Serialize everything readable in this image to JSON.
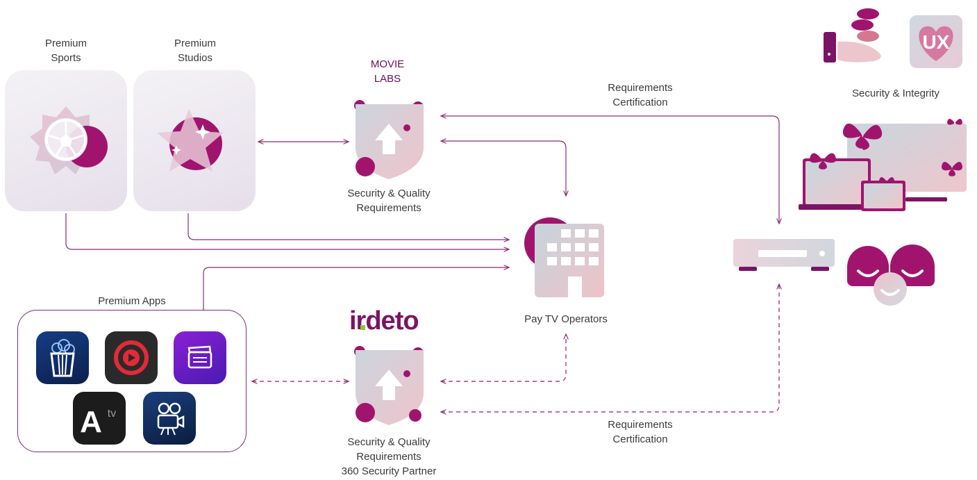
{
  "colors": {
    "brand": "#7b1466",
    "magenta": "#a0146e",
    "line": "#8a2a76",
    "irdeto_green": "#8dc63f"
  },
  "sources": {
    "sports": {
      "label": [
        "Premium",
        "Sports"
      ],
      "icon": "soccer-ball-icon"
    },
    "studios": {
      "label": [
        "Premium",
        "Studios"
      ],
      "icon": "star-icon"
    },
    "apps": {
      "label": "Premium Apps",
      "items": [
        {
          "name": "popcorn-app-icon"
        },
        {
          "name": "play-app-icon"
        },
        {
          "name": "clapperboard-app-icon"
        },
        {
          "name": "atv-app-icon",
          "text": "A",
          "sub": "tv"
        },
        {
          "name": "film-camera-app-icon"
        }
      ]
    }
  },
  "movielabs": {
    "title": [
      "MOVIE",
      "LABS"
    ],
    "caption": [
      "Security & Quality",
      "Requirements"
    ],
    "icon": "shield-upload-icon"
  },
  "irdeto": {
    "logo": "irdeto",
    "caption": [
      "Security & Quality",
      "Requirements",
      "360 Security Partner"
    ],
    "icon": "shield-upload-icon"
  },
  "operators": {
    "label": "Pay TV Operators",
    "icon": "building-icon"
  },
  "top_link": {
    "label": [
      "Requirements",
      "Certification"
    ]
  },
  "bottom_link": {
    "label": [
      "Requirements",
      "Certification"
    ]
  },
  "device": {
    "icon": "set-top-box-icon"
  },
  "right_panel": {
    "label": "Security & Integrity",
    "ux": "UX",
    "icons": [
      "hand-coins-icon",
      "ux-heart-icon",
      "devices-butterflies-icon",
      "happy-faces-icon"
    ]
  }
}
